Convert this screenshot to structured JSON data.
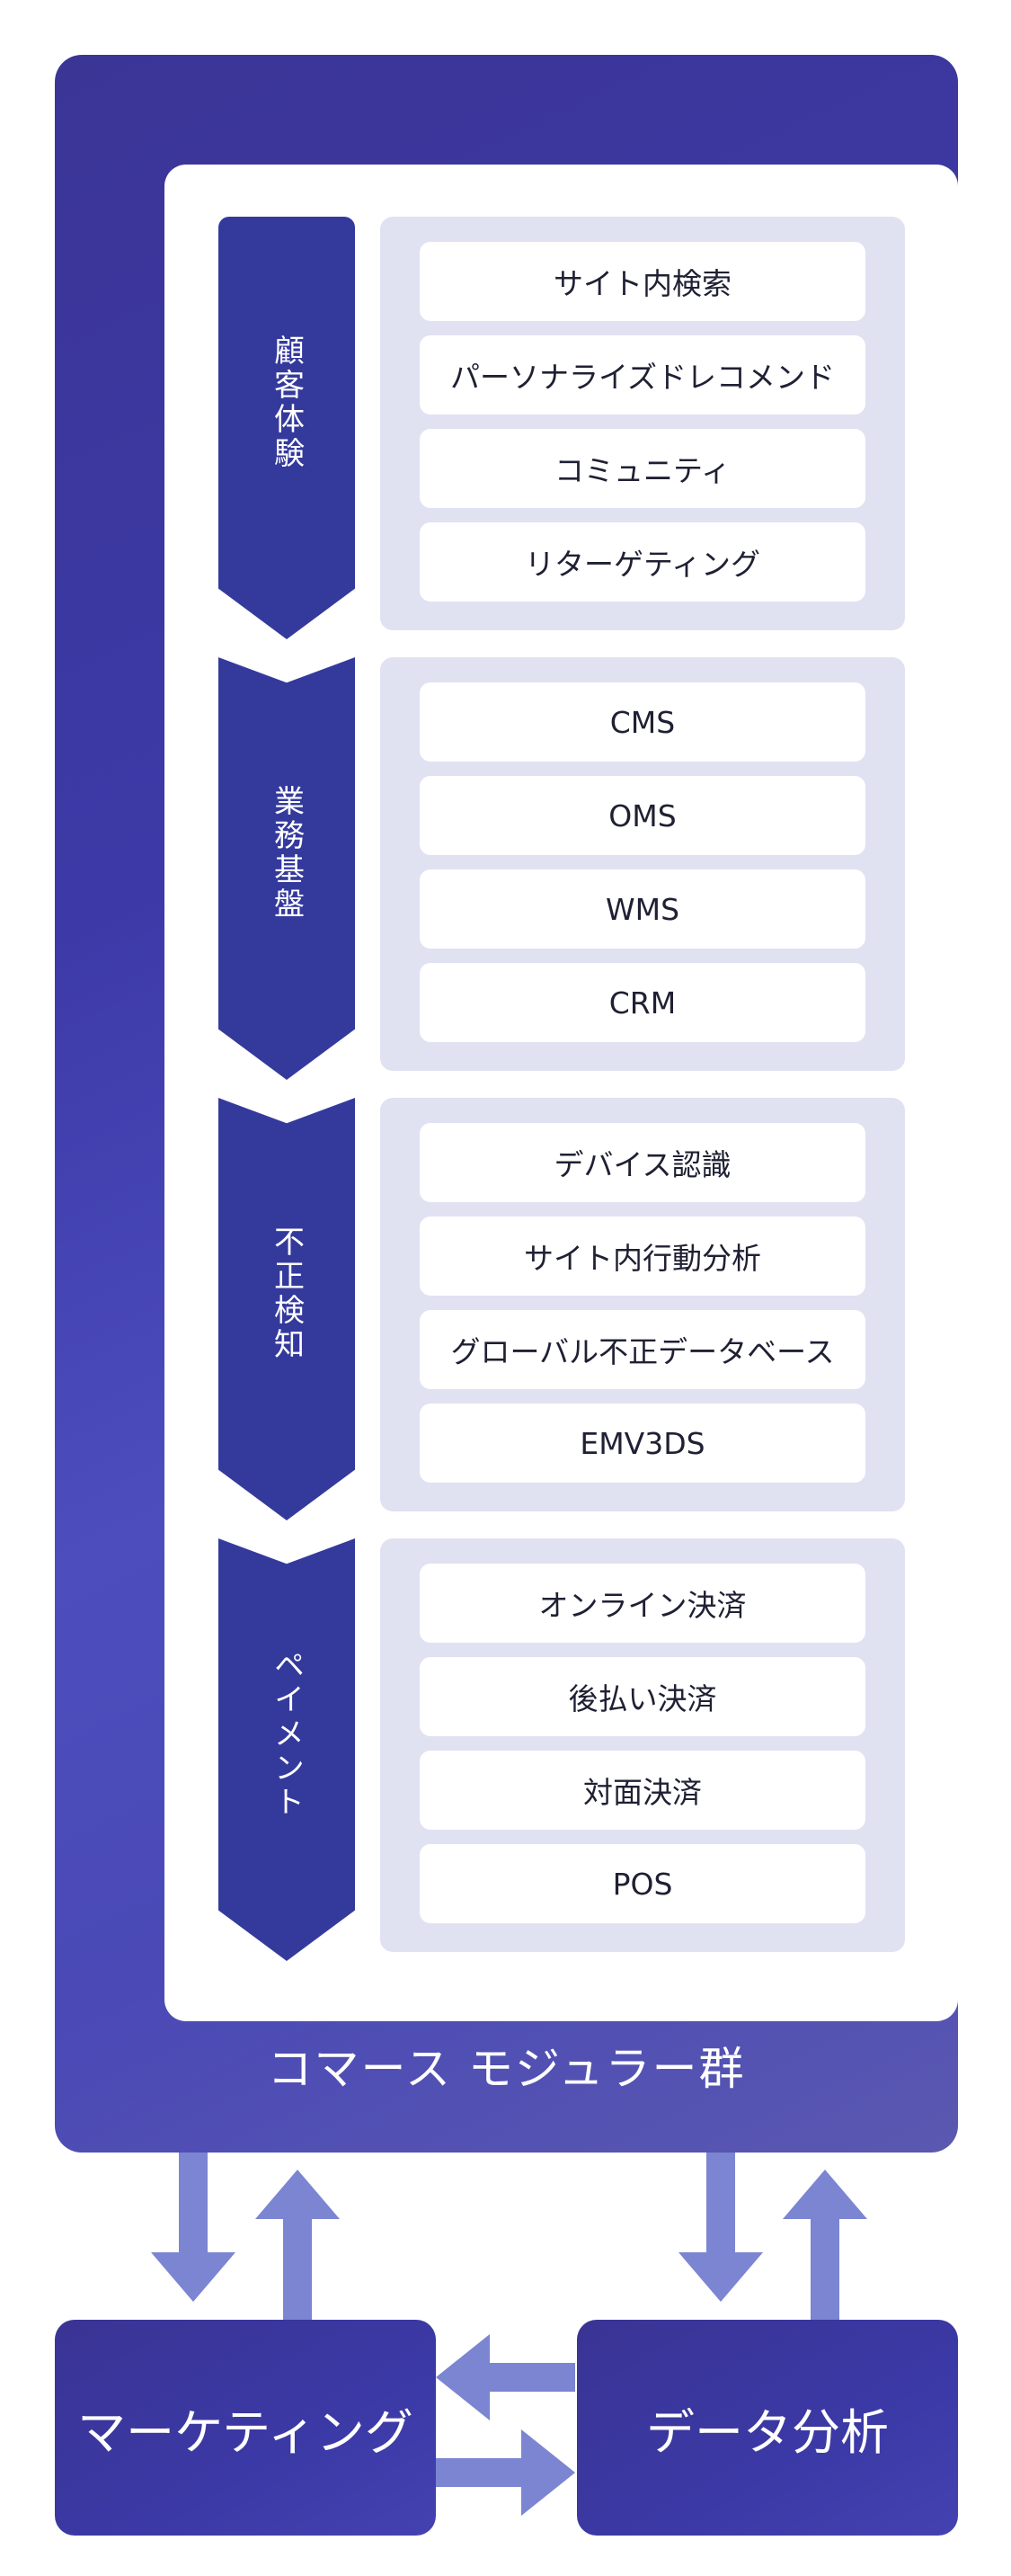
{
  "sections": [
    {
      "label": "顧客体験",
      "items": [
        "サイト内検索",
        "パーソナライズドレコメンド",
        "コミュニティ",
        "リターゲティング"
      ]
    },
    {
      "label": "業務基盤",
      "items": [
        "CMS",
        "OMS",
        "WMS",
        "CRM"
      ]
    },
    {
      "label": "不正検知",
      "items": [
        "デバイス認識",
        "サイト内行動分析",
        "グローバル不正データベース",
        "EMV3DS"
      ]
    },
    {
      "label": "ペイメント",
      "items": [
        "オンライン決済",
        "後払い決済",
        "対面決済",
        "POS"
      ]
    }
  ],
  "module_title": "コマース モジュラー群",
  "bottom_left": "マーケティング",
  "bottom_right": "データ分析",
  "colors": {
    "primary": "#3b3596",
    "chevron": "#343a9c",
    "item_bg": "#e0e2f2",
    "arrow": "#7b85d2"
  }
}
